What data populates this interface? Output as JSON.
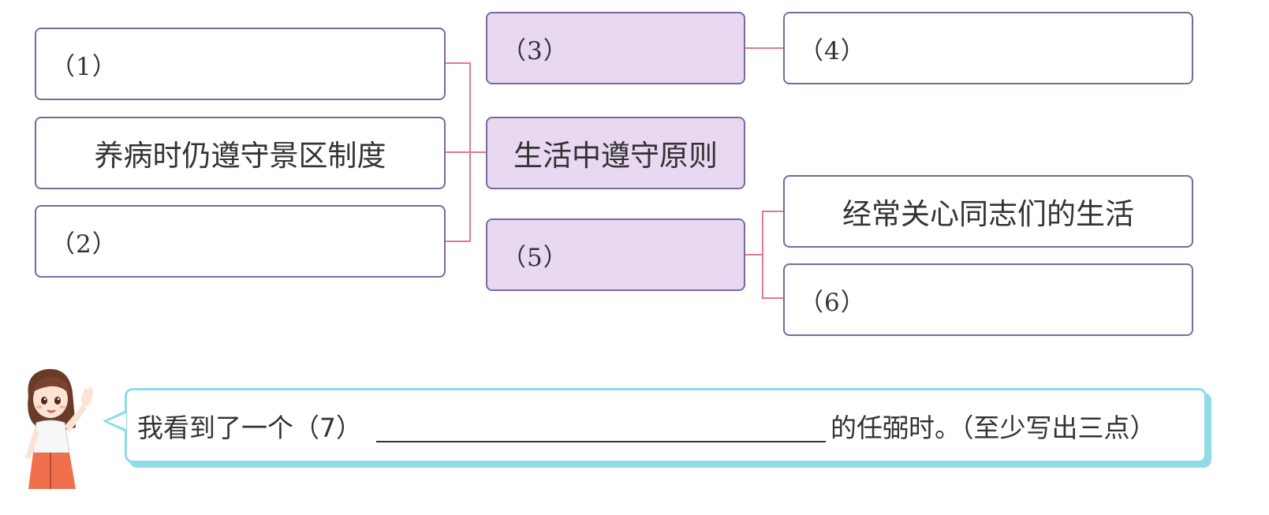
{
  "left_boxes": [
    {
      "label": "（1）"
    },
    {
      "label": "养病时仍遵守景区制度"
    },
    {
      "label": "（2）"
    }
  ],
  "center_boxes": [
    {
      "label": "（3）"
    },
    {
      "label": "生活中遵守原则"
    },
    {
      "label": "（5）"
    }
  ],
  "right_boxes": [
    {
      "label": "（4）"
    },
    {
      "label": "经常关心同志们的生活"
    },
    {
      "label": "（6）"
    }
  ],
  "speech": {
    "prefix": "我看到了一个（7）",
    "suffix": "的任弼时。（至少写出三点）"
  },
  "colors": {
    "connector": "#e07a8a",
    "box_border": "#7a6a9c",
    "purple_fill": "#e9d8f1",
    "speech_border": "#8fdbe8"
  }
}
